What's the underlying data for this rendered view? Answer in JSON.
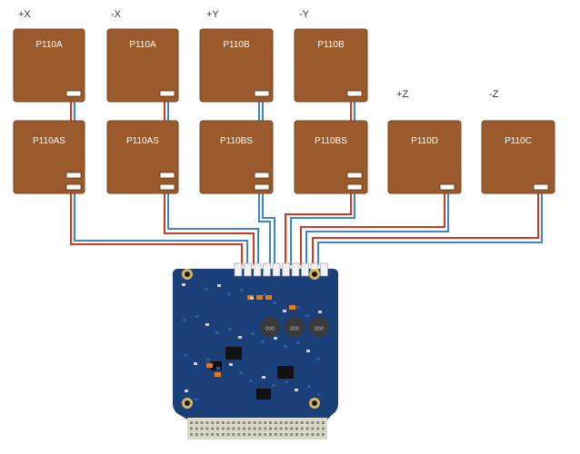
{
  "colors": {
    "panel": "#9a5a2b",
    "panel_edge": "#7d4620",
    "wire_red": "#d23a1d",
    "wire_blue": "#3f86c9",
    "board": "#1b3f78",
    "board_light": "#2c5a9e",
    "gold": "#d8b45a",
    "pin": "#cfcfcf",
    "inductor": "#3a3a3a",
    "orange": "#e07a1c"
  },
  "axes": {
    "px": "+X",
    "nx": "-X",
    "py": "+Y",
    "ny": "-Y",
    "pz": "+Z",
    "nz": "-Z"
  },
  "panels": {
    "xa": "P110A",
    "xb": "P110A",
    "ya": "P110B",
    "yb": "P110B",
    "xas": "P110AS",
    "xbs": "P110AS",
    "ybs1": "P110BS",
    "ybs2": "P110BS",
    "zd": "P110D",
    "zc": "P110C"
  },
  "board": {
    "icon": "eps-circuit-board-icon",
    "inductor_marking": "000"
  }
}
